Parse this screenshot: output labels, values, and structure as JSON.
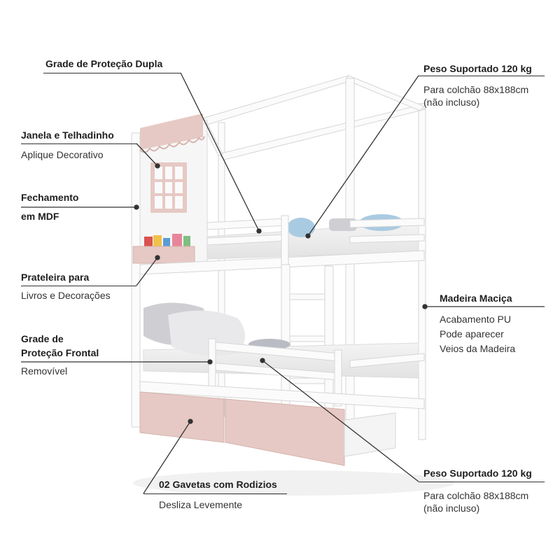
{
  "annotations": {
    "grade_dupla": {
      "title": "Grade de Proteção Dupla"
    },
    "janela": {
      "title": "Janela e Telhadinho",
      "desc": "Aplique Decorativo"
    },
    "fechamento": {
      "title_line1": "Fechamento",
      "title_line2": "em MDF"
    },
    "prateleira": {
      "title": "Prateleira para",
      "desc": "Livros e Decorações"
    },
    "grade_frontal": {
      "title_line1": "Grade de",
      "title_line2": "Proteção Frontal",
      "desc": "Removível"
    },
    "gavetas": {
      "title": "02 Gavetas com Rodizios",
      "desc": "Desliza Levemente"
    },
    "peso_top": {
      "title": "Peso Suportado 120 kg",
      "desc_line1": "Para colchão 88x188cm",
      "desc_line2": "(não incluso)"
    },
    "madeira": {
      "title": "Madeira Maciça",
      "desc_line1": "Acabamento PU",
      "desc_line2": "Pode aparecer",
      "desc_line3": "Veios da Madeira"
    },
    "peso_bottom": {
      "title": "Peso Suportado 120 kg",
      "desc_line1": "Para colchão 88x188cm",
      "desc_line2": "(não incluso)"
    }
  },
  "colors": {
    "frame": "#fbfbfb",
    "frame_edge": "#d6d6d6",
    "pink": "#e6c9c4",
    "pillow": "#cfcfd3",
    "blue_pillow": "#a9cbe2",
    "line": "#333333"
  }
}
